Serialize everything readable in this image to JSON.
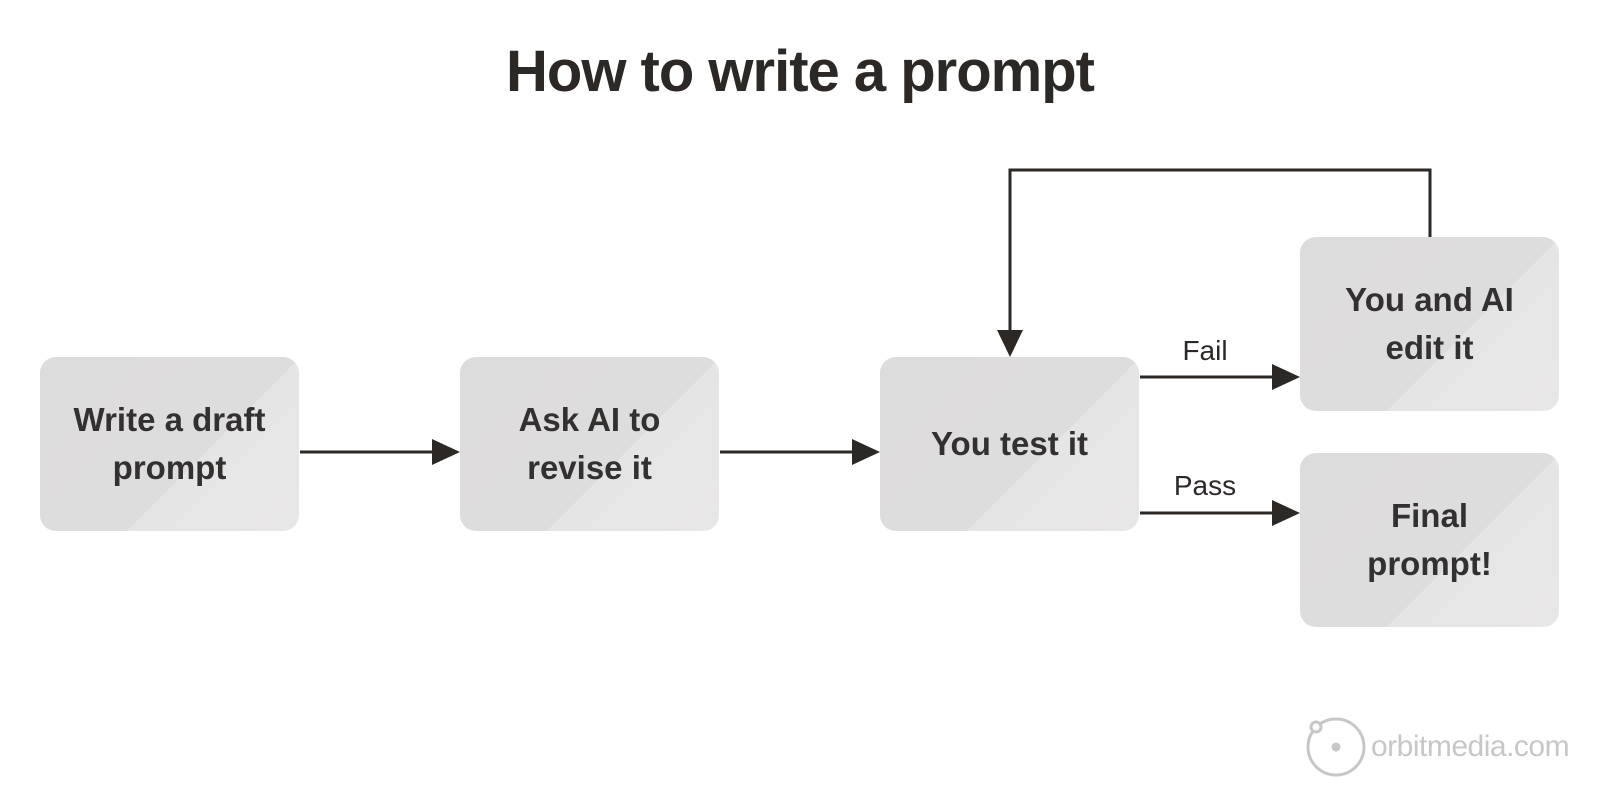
{
  "title": "How to write a prompt",
  "colors": {
    "text": "#2b2826",
    "box_fill": "#dedddd",
    "arrow": "#2b2826",
    "watermark": "#c7c7c7",
    "background": "#ffffff"
  },
  "nodes": [
    {
      "id": "write-draft",
      "label": "Write a draft\nprompt"
    },
    {
      "id": "ask-ai",
      "label": "Ask AI to\nrevise it"
    },
    {
      "id": "test",
      "label": "You test it"
    },
    {
      "id": "edit",
      "label": "You and AI\nedit it"
    },
    {
      "id": "final",
      "label": "Final\nprompt!"
    }
  ],
  "edges": [
    {
      "from": "write-draft",
      "to": "ask-ai",
      "label": ""
    },
    {
      "from": "ask-ai",
      "to": "test",
      "label": ""
    },
    {
      "from": "test",
      "to": "edit",
      "label": "Fail"
    },
    {
      "from": "test",
      "to": "final",
      "label": "Pass"
    },
    {
      "from": "edit",
      "to": "test",
      "label": ""
    }
  ],
  "watermark": {
    "text": "orbitmedia.com",
    "icon": "orbit-logo-icon"
  }
}
